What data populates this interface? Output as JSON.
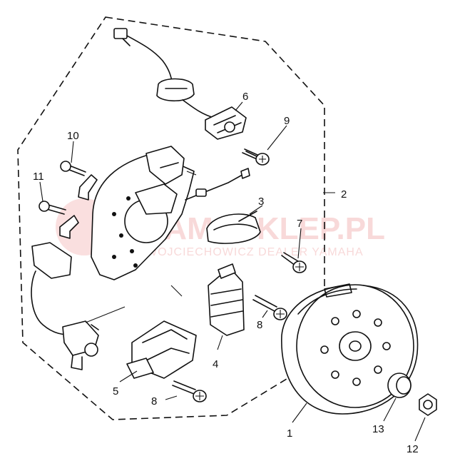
{
  "watermark": {
    "main": "YAMASKLEP.PL",
    "sub": "WOJCIECHOWICZ DEALER YAMAHA"
  },
  "callouts": [
    {
      "id": "1",
      "label": "1"
    },
    {
      "id": "2",
      "label": "2"
    },
    {
      "id": "3",
      "label": "3"
    },
    {
      "id": "4",
      "label": "4"
    },
    {
      "id": "5",
      "label": "5"
    },
    {
      "id": "6",
      "label": "6"
    },
    {
      "id": "7",
      "label": "7"
    },
    {
      "id": "8a",
      "label": "8"
    },
    {
      "id": "8b",
      "label": "8"
    },
    {
      "id": "9",
      "label": "9"
    },
    {
      "id": "10",
      "label": "10"
    },
    {
      "id": "11",
      "label": "11"
    },
    {
      "id": "12",
      "label": "12"
    },
    {
      "id": "13",
      "label": "13"
    }
  ]
}
